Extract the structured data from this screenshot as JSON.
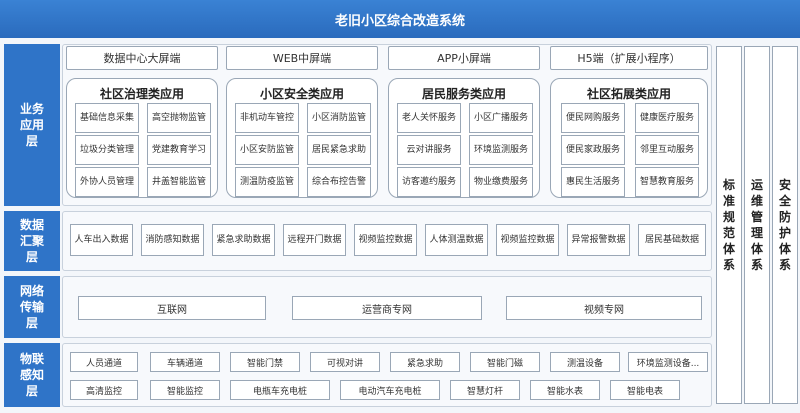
{
  "title": "老旧小区综合改造系统",
  "layers": {
    "app": "业务应用层",
    "data": "数据汇聚层",
    "network": "网络传输层",
    "iot": "物联感知层"
  },
  "top_clients": [
    "数据中心大屏端",
    "WEB中屏端",
    "APP小屏端",
    "H5端（扩展小程序）"
  ],
  "groups": [
    {
      "title": "社区治理类应用",
      "items": [
        "基础信息采集",
        "高空抛物监管",
        "垃圾分类管理",
        "党建教育学习",
        "外协人员管理",
        "井盖智能监管"
      ]
    },
    {
      "title": "小区安全类应用",
      "items": [
        "非机动车管控",
        "小区消防监管",
        "小区安防监管",
        "居民紧急求助",
        "测温防疫监管",
        "综合布控告警"
      ]
    },
    {
      "title": "居民服务类应用",
      "items": [
        "老人关怀服务",
        "小区广播服务",
        "云对讲服务",
        "环境监测服务",
        "访客邀约服务",
        "物业缴费服务"
      ]
    },
    {
      "title": "社区拓展类应用",
      "items": [
        "便民网购服务",
        "健康医疗服务",
        "便民家政服务",
        "邻里互动服务",
        "惠民生活服务",
        "智慧教育服务"
      ]
    }
  ],
  "data_items": [
    "人车出入数据",
    "消防感知数据",
    "紧急求助数据",
    "远程开门数据",
    "视频监控数据",
    "人体测温数据",
    "视频监控数据",
    "异常报警数据",
    "居民基础数据"
  ],
  "network_items": [
    "互联网",
    "运营商专网",
    "视频专网"
  ],
  "iot_row1": [
    "人员通道",
    "车辆通道",
    "智能门禁",
    "可视对讲",
    "紧急求助",
    "智能门磁",
    "测温设备",
    "环境监测设备..."
  ],
  "iot_row2": [
    "高清监控",
    "智能监控",
    "电瓶车充电桩",
    "电动汽车充电桩",
    "智慧灯杆",
    "智能水表",
    "智能电表"
  ],
  "side_systems": [
    "标准规范体系",
    "运维管理体系",
    "安全防护体系"
  ],
  "colors": {
    "accent": "#2f74c8",
    "title_bar": "#3a82d4"
  }
}
